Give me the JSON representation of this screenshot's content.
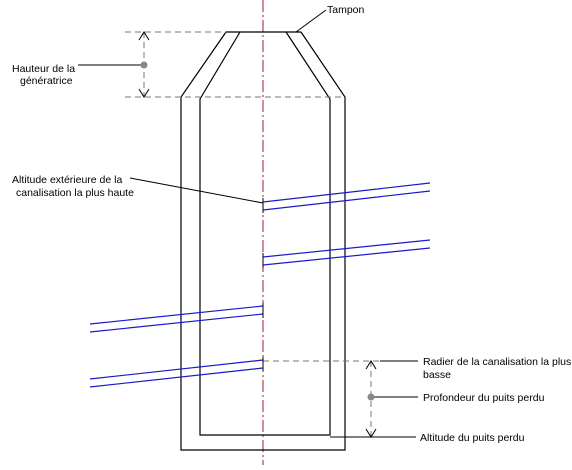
{
  "labels": {
    "tampon": "Tampon",
    "hauteur_line1": "Hauteur de la",
    "hauteur_line2": "génératrice",
    "altitude_ext_line1": "Altitude extérieure de la",
    "altitude_ext_line2": "canalisation la plus haute",
    "radier_line1": "Radier de la canalisation la plus",
    "radier_line2": "basse",
    "profondeur": "Profondeur du puits perdu",
    "altitude_puits": "Altitude du puits perdu"
  },
  "colors": {
    "outline": "#000000",
    "centerline": "#9b1b3b",
    "pipe": "#1a1acc",
    "dimension": "#777777",
    "dot": "#888888"
  }
}
